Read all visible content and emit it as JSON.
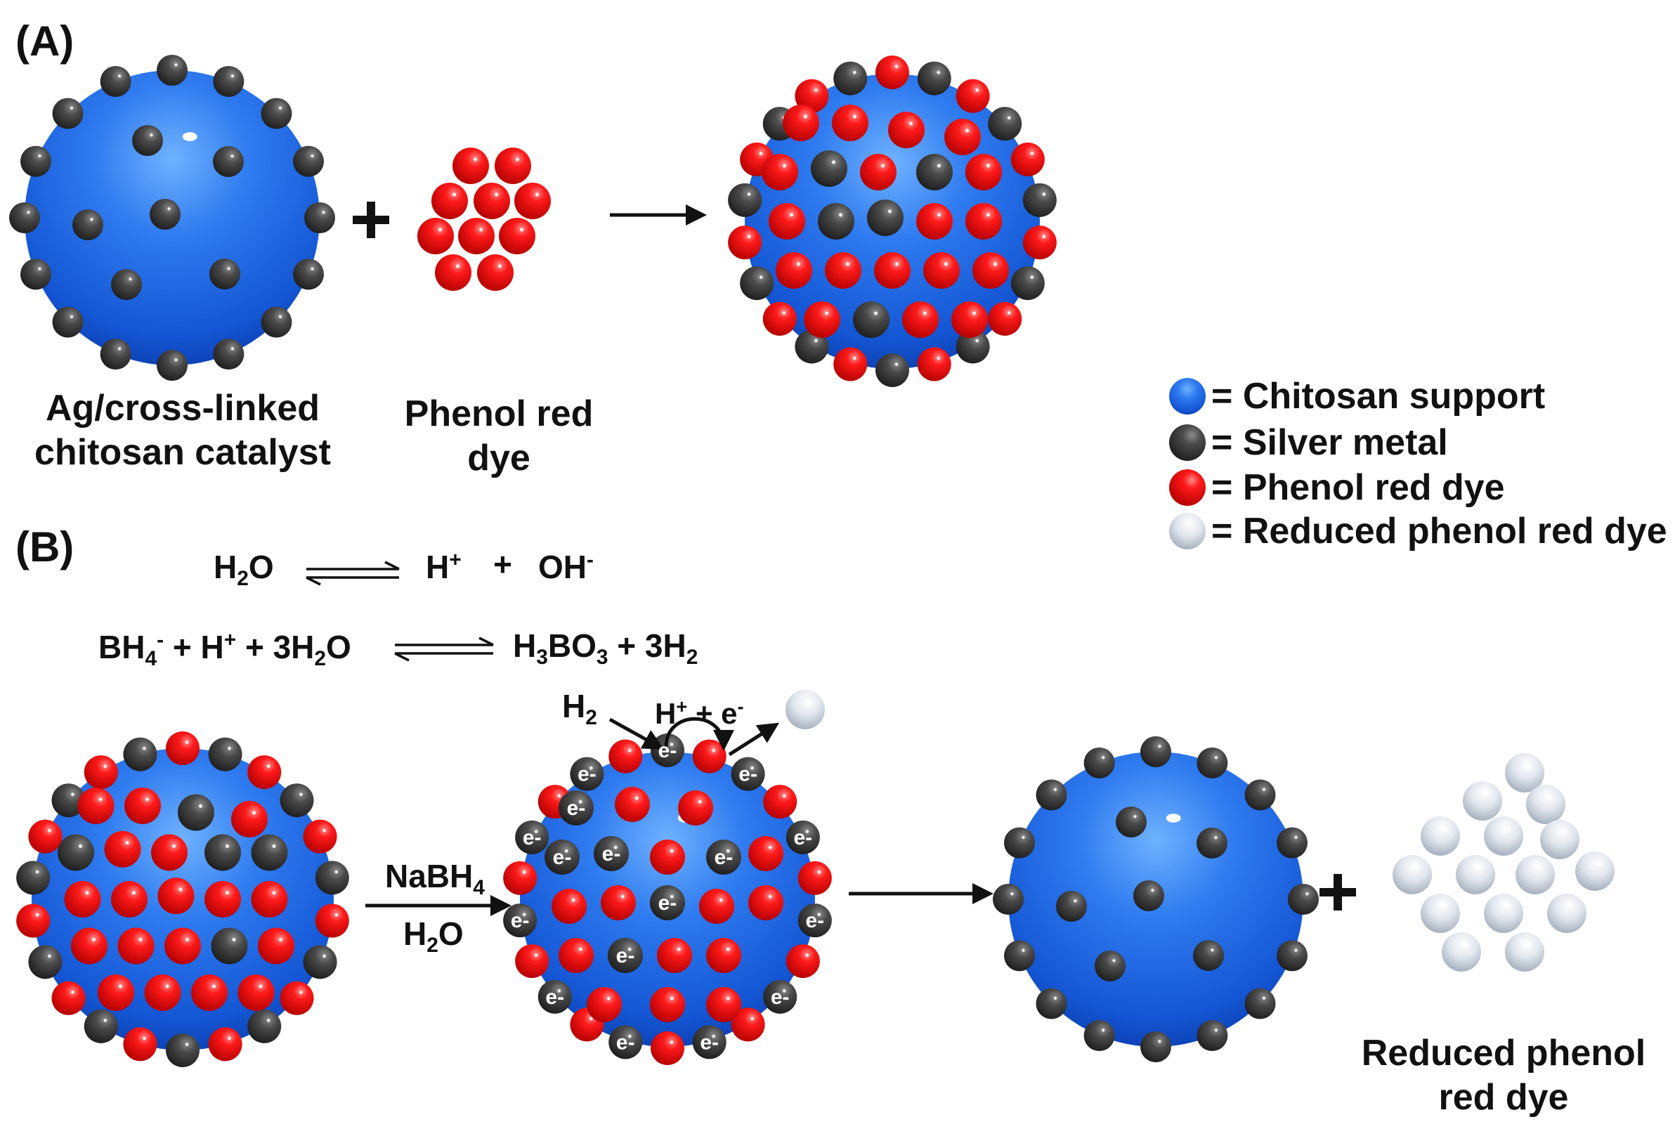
{
  "panels": {
    "a": "(A)",
    "b": "(B)"
  },
  "captions": {
    "catalyst_line1": "Ag/cross-linked",
    "catalyst_line2": "chitosan catalyst",
    "dye_line1": "Phenol red",
    "dye_line2": "dye",
    "reduced_line1": "Reduced phenol",
    "reduced_line2": "red dye"
  },
  "legend": [
    {
      "label": "= Chitosan support",
      "color": "#1f5fe0",
      "icon": "blue-sphere"
    },
    {
      "label": "= Silver metal",
      "color": "#3a3a3a",
      "icon": "dark-grey-sphere"
    },
    {
      "label": "= Phenol red dye",
      "color": "#ee1111",
      "icon": "red-sphere"
    },
    {
      "label": "= Reduced phenol red dye",
      "color": "#c8d2dc",
      "icon": "light-grey-sphere"
    }
  ],
  "equations": {
    "eq1_left": "H",
    "eq1_left_sub": "2",
    "eq1_left_tail": "O",
    "eq1_right_h": "H",
    "eq1_right_plus_sup": "+",
    "eq1_plus": "+",
    "eq1_oh": "OH",
    "eq1_oh_sup": "-",
    "eq2_left": "BH",
    "eq2_left_sub": "4",
    "eq2_left_sup": "-",
    "eq2_mid": " + H",
    "eq2_mid_sup": "+",
    "eq2_tail": " + 3H",
    "eq2_tail_sub": "2",
    "eq2_tail_end": "O",
    "eq2_right": "H",
    "eq2_right_sub1": "3",
    "eq2_right_b": "BO",
    "eq2_right_sub2": "3",
    "eq2_right_tail": " + 3H",
    "eq2_right_sub3": "2"
  },
  "reaction_labels": {
    "h2": "H",
    "h2_sub": "2",
    "proton_electron": "H",
    "proton_sup": "+",
    "pe_tail": " + e",
    "pe_sup": "-",
    "reagent": "NaBH",
    "reagent_sub": "4",
    "solvent": "H",
    "solvent_sub": "2",
    "solvent_tail": "O",
    "electron": "e",
    "electron_sup": "-"
  },
  "colors": {
    "chitosan": "#1f5fe0",
    "silver": "#3a3a3a",
    "phenol_red": "#ee1111",
    "reduced": "#c8d2dc"
  }
}
